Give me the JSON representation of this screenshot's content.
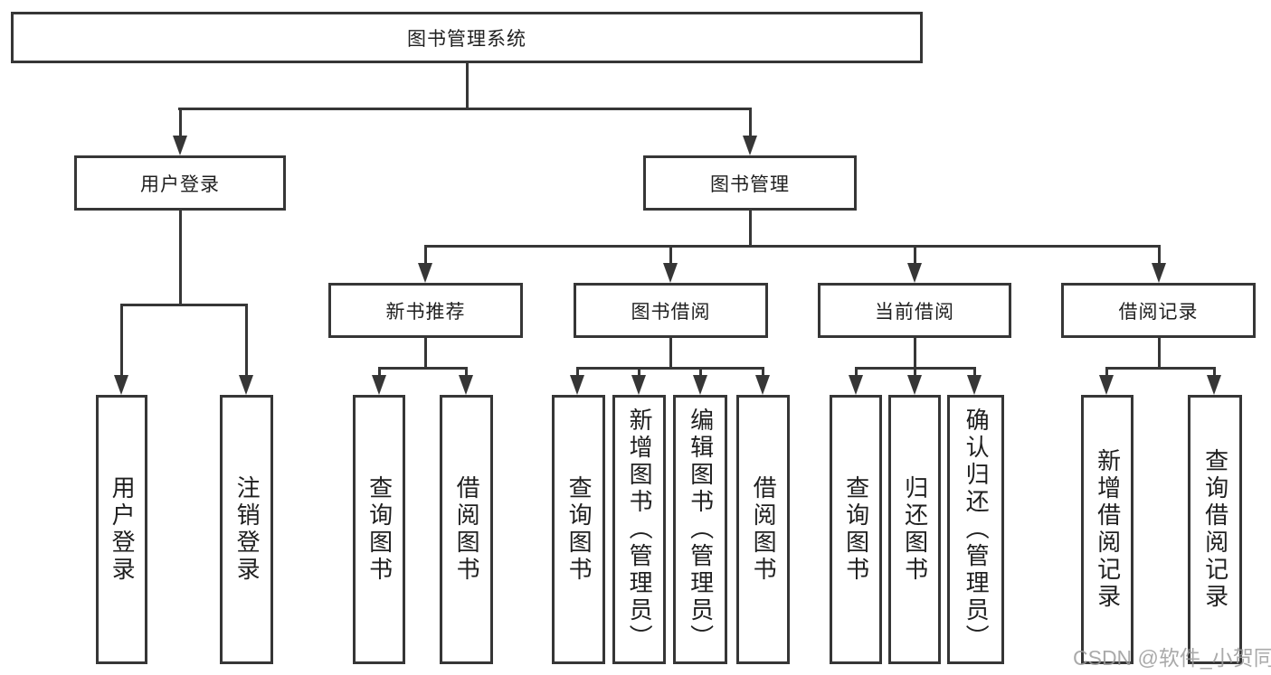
{
  "watermark": "CSDN @软件_小贺同学",
  "colors": {
    "line": "#363636",
    "text": "#1f1f1f",
    "background": "#ffffff",
    "watermark": "#9b9b9b"
  },
  "tree": {
    "root": {
      "label": "图书管理系统"
    },
    "level2": [
      {
        "label": "用户登录"
      },
      {
        "label": "图书管理"
      }
    ],
    "level3": [
      {
        "label": "新书推荐"
      },
      {
        "label": "图书借阅"
      },
      {
        "label": "当前借阅"
      },
      {
        "label": "借阅记录"
      }
    ],
    "leaves_login": [
      {
        "label": "用户登录"
      },
      {
        "label": "注销登录"
      }
    ],
    "leaves_newbook": [
      {
        "label": "查询图书"
      },
      {
        "label": "借阅图书"
      }
    ],
    "leaves_borrow": [
      {
        "label": "查询图书"
      },
      {
        "label": "新增图书（管理员）"
      },
      {
        "label": "编辑图书（管理员）"
      },
      {
        "label": "借阅图书"
      }
    ],
    "leaves_current": [
      {
        "label": "查询图书"
      },
      {
        "label": "归还图书"
      },
      {
        "label": "确认归还（管理员）"
      }
    ],
    "leaves_record": [
      {
        "label": "新增借阅记录"
      },
      {
        "label": "查询借阅记录"
      }
    ]
  }
}
